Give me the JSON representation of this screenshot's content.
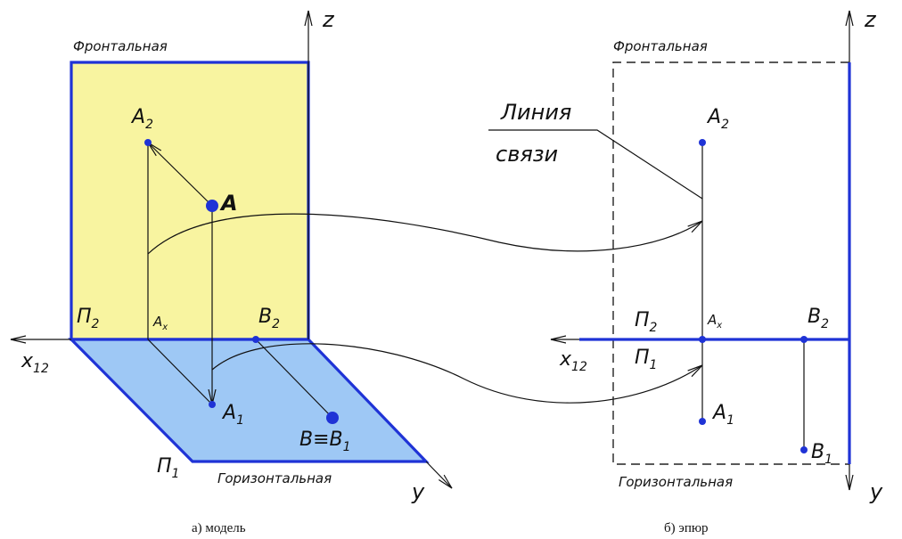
{
  "model": {
    "caption": "а) модель",
    "axis_z": "z",
    "axis_x": "x",
    "axis_x_sub": "12",
    "axis_y": "y",
    "plane_frontal": "Фронтальная",
    "plane_horizontal": "Горизонтальная",
    "pi2": "П",
    "pi2_sub": "2",
    "pi1": "П",
    "pi1_sub": "1",
    "point_A": "A",
    "A2": "A",
    "A2_sub": "2",
    "A1": "A",
    "A1_sub": "1",
    "Ax": "A",
    "Ax_sub": "x",
    "B2": "B",
    "B2_sub": "2",
    "BB1": "B≡B",
    "BB1_sub": "1",
    "colors": {
      "frontal_fill": "#f8f4a0",
      "horizontal_fill": "#9ec8f5",
      "outline": "#1f33d6"
    }
  },
  "epure": {
    "caption": "б) эпюр",
    "axis_z": "z",
    "axis_x": "x",
    "axis_x_sub": "12",
    "axis_y": "y",
    "plane_frontal": "Фронтальная",
    "plane_horizontal": "Горизонтальная",
    "line_label_1": "Линия",
    "line_label_2": "связи",
    "pi2": "П",
    "pi2_sub": "2",
    "pi1": "П",
    "pi1_sub": "1",
    "A2": "A",
    "A2_sub": "2",
    "A1": "A",
    "A1_sub": "1",
    "Ax": "A",
    "Ax_sub": "x",
    "B2": "B",
    "B2_sub": "2",
    "B1": "B",
    "B1_sub": "1"
  }
}
